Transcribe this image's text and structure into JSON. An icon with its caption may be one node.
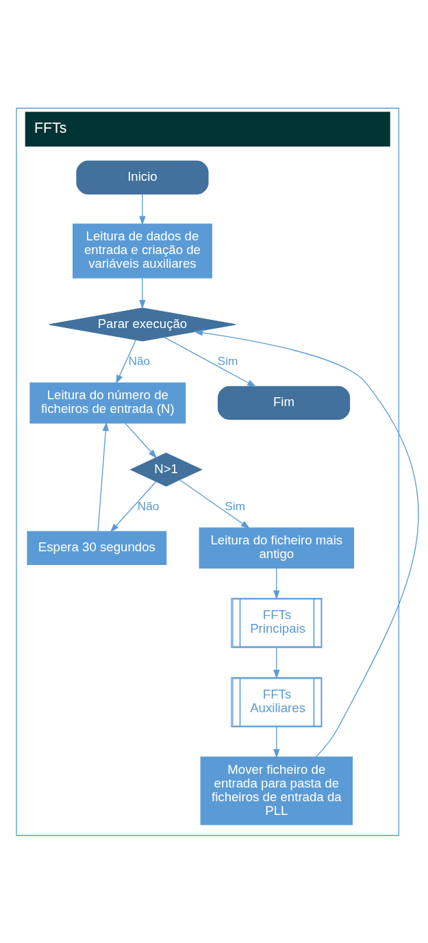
{
  "diagram": {
    "nodes": [
      {
        "text": [
          "FFTs"
        ]
      },
      {
        "text": [
          "Inicio"
        ],
        "in": 0
      },
      {
        "text": [
          "Leitura de dados de entrada e criação de variáveis auxiliares"
        ],
        "in": 0
      },
      {
        "text": [
          "Parar execução"
        ],
        "in": 0
      },
      {
        "text": [
          "Espera 30 segundos"
        ],
        "in": 0
      },
      {
        "text": [
          "Leitura do número de ficheiros de entrada (N)"
        ],
        "in": 0
      },
      {
        "text": [
          "N>1"
        ],
        "in": 0
      },
      {
        "text": [
          "Leitura do ficheiro mais antigo"
        ],
        "in": 0
      },
      {
        "text": [
          "FFTs Principais"
        ],
        "in": 0
      },
      {
        "text": [
          "FFTs Auxiliares"
        ],
        "in": 0
      },
      {
        "text": [
          "Mover ficheiro de entrada para pasta de ficheiros de entrada da PLL"
        ],
        "in": 0
      },
      {
        "text": [
          "Fim"
        ],
        "in": 0
      }
    ],
    "edges": [
      {
        "from": 1,
        "to": 2,
        "arrow": "to"
      },
      {
        "from": 2,
        "to": 3,
        "arrow": "to"
      },
      {
        "from": 3,
        "to": 5,
        "arrow": "to",
        "label": "Não"
      },
      {
        "from": 3,
        "to": 11,
        "arrow": "to",
        "label": "Sim"
      },
      {
        "from": 4,
        "to": 5,
        "arrow": "to"
      },
      {
        "from": 5,
        "to": 6,
        "arrow": "to"
      },
      {
        "from": 6,
        "to": 4,
        "arrow": "to",
        "label": "Não"
      },
      {
        "from": 6,
        "to": 7,
        "arrow": "to",
        "label": "Sim"
      },
      {
        "from": 7,
        "to": 8,
        "arrow": "to"
      },
      {
        "from": 8,
        "to": 9,
        "arrow": "to"
      },
      {
        "from": 9,
        "to": 10,
        "arrow": "to"
      },
      {
        "from": 10,
        "to": 3,
        "arrow": "to"
      }
    ]
  }
}
